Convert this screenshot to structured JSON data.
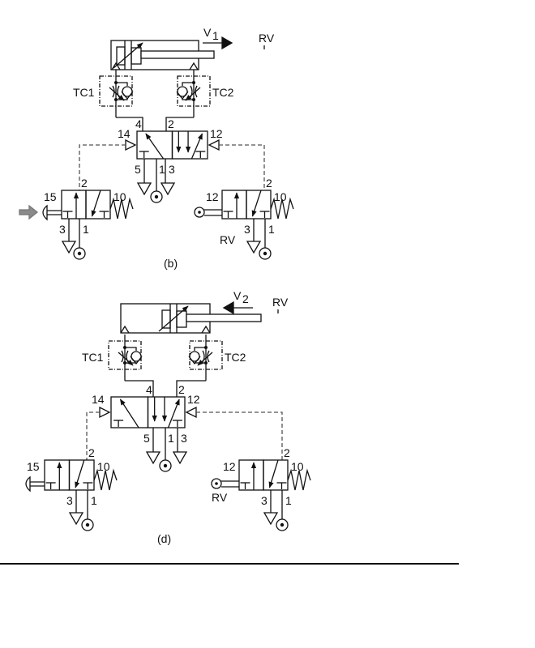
{
  "diagrams": [
    {
      "caption": "(b)",
      "velocity_label": "V",
      "velocity_sub": "1",
      "rv_top": "RV",
      "tc1": "TC1",
      "tc2": "TC2",
      "main_valve_ports": {
        "p4": "4",
        "p2": "2",
        "p14": "14",
        "p12": "12",
        "p5": "5",
        "p1": "1",
        "p3": "3"
      },
      "left_valve_ports": {
        "p2": "2",
        "p15": "15",
        "p10": "10",
        "p3": "3",
        "p1": "1"
      },
      "right_valve_ports": {
        "p2": "2",
        "p12": "12",
        "p10": "10",
        "p3": "3",
        "p1": "1",
        "rv": "RV"
      },
      "motion": "extend"
    },
    {
      "caption": "(d)",
      "velocity_label": "V",
      "velocity_sub": "2",
      "rv_top": "RV",
      "tc1": "TC1",
      "tc2": "TC2",
      "main_valve_ports": {
        "p4": "4",
        "p2": "2",
        "p14": "14",
        "p12": "12",
        "p5": "5",
        "p1": "1",
        "p3": "3"
      },
      "left_valve_ports": {
        "p2": "2",
        "p15": "15",
        "p10": "10",
        "p3": "3",
        "p1": "1"
      },
      "right_valve_ports": {
        "p2": "2",
        "p12": "12",
        "p10": "10",
        "p3": "3",
        "p1": "1",
        "rv": "RV"
      },
      "motion": "retract"
    }
  ],
  "colors": {
    "line": "#111111",
    "pilot": "#555555",
    "button_arrow": "#8a8a8a"
  }
}
